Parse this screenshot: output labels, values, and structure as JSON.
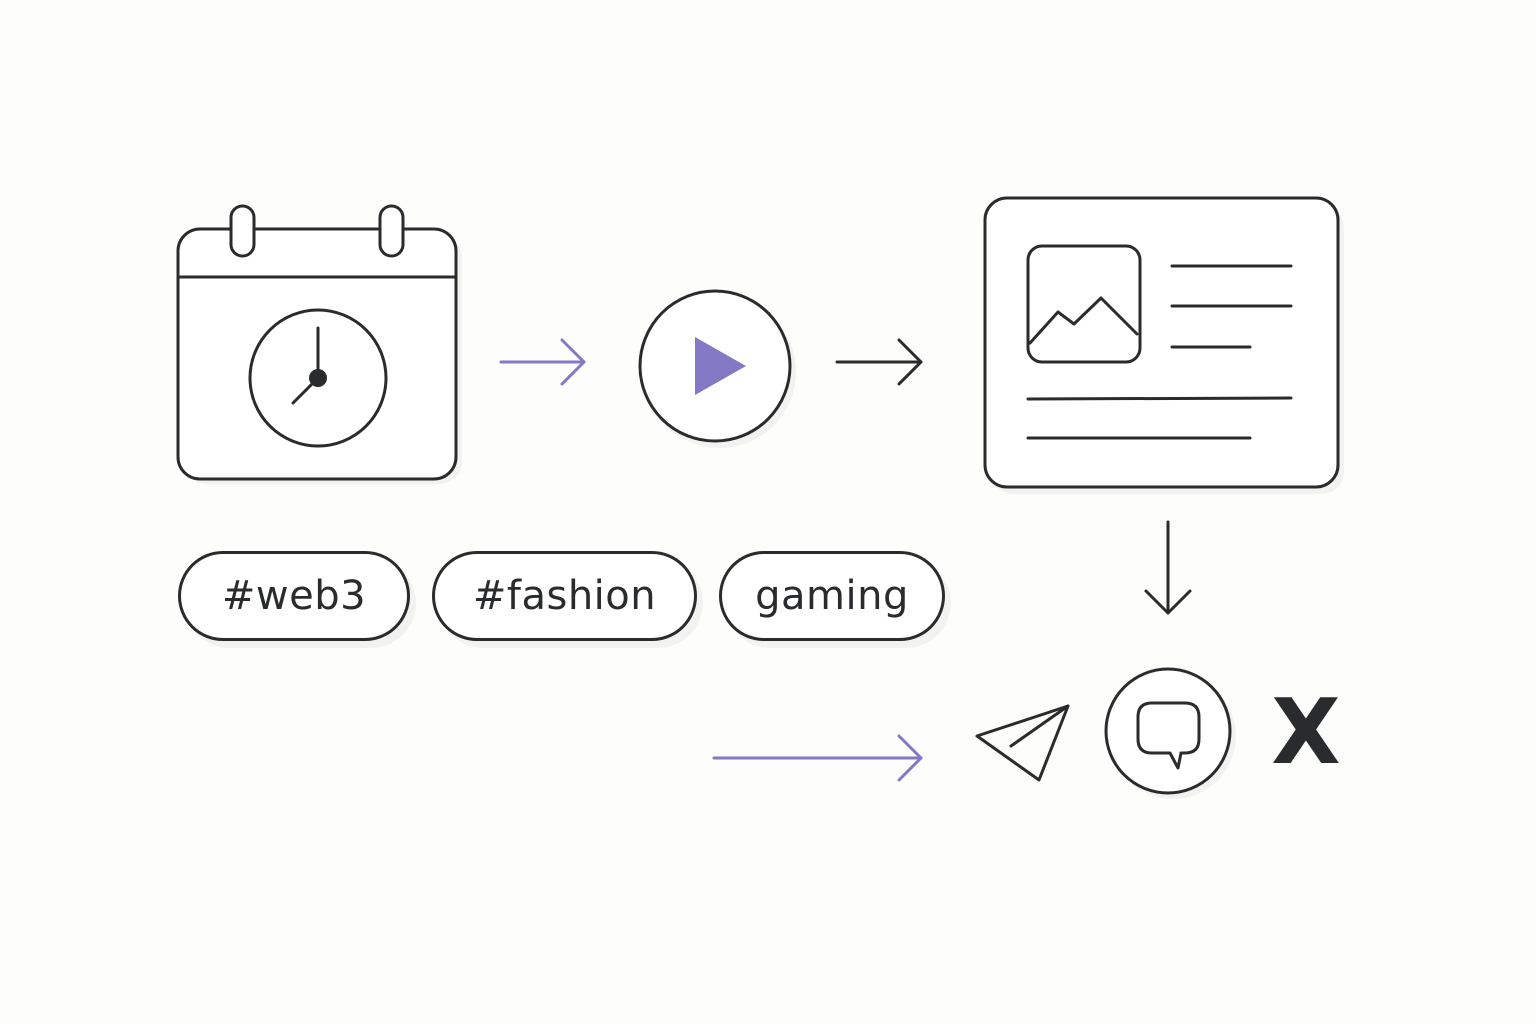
{
  "colors": {
    "ink": "#2a2b2d",
    "accent": "#8479c4",
    "background": "#fdfdfb"
  },
  "icons": [
    "calendar-clock-icon",
    "play-icon",
    "content-card-icon",
    "image-icon",
    "paper-plane-icon",
    "chat-bubble-icon",
    "x-logo-icon"
  ],
  "tags": [
    {
      "label": "#web3"
    },
    {
      "label": "#fashion"
    },
    {
      "label": "gaming"
    }
  ],
  "logo": {
    "x_letter": "X"
  }
}
